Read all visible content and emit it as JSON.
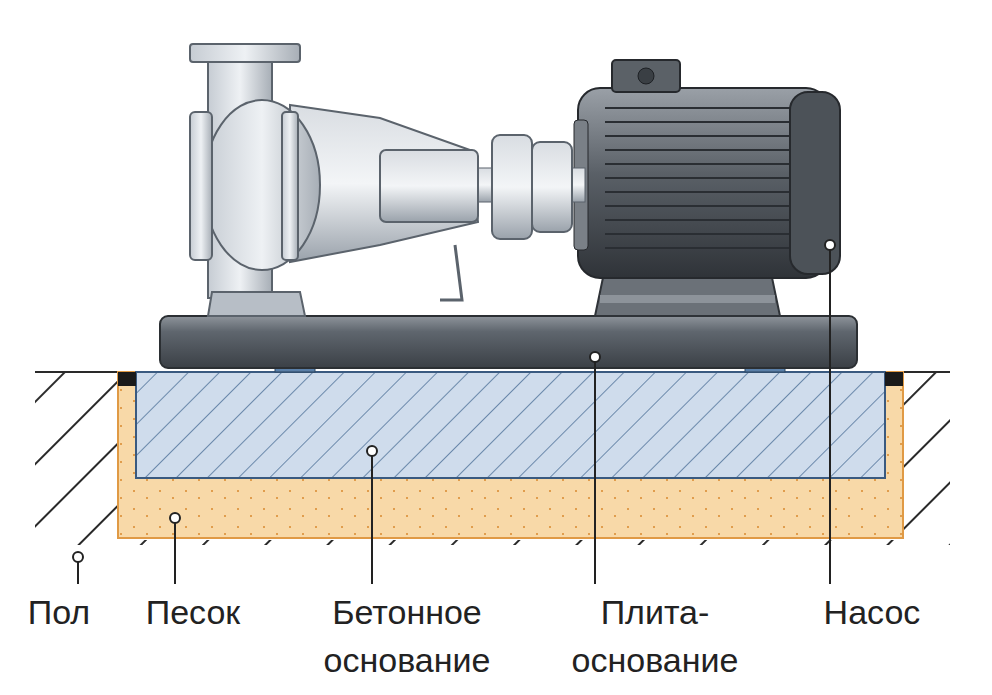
{
  "diagram": {
    "labels": [
      "Пол",
      "Песок",
      "Бетонное основание",
      "Плита-основание",
      "Насос"
    ]
  }
}
